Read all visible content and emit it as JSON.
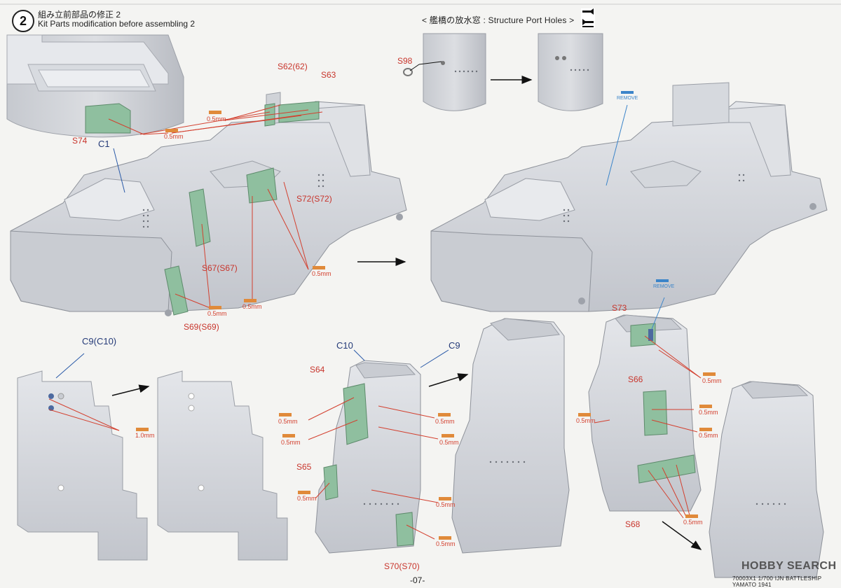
{
  "step": {
    "number": "2",
    "title_jp": "組み立前部品の修正 2",
    "title_en": "Kit Parts modification before assembling 2"
  },
  "port_holes": {
    "title": "< 艦橋の放水窓 : Structure Port Holes >"
  },
  "labels": {
    "s98": "S98",
    "s62": "S62(62)",
    "s63": "S63",
    "s74": "S74",
    "c1": "C1",
    "s72": "S72(S72)",
    "s67": "S67(S67)",
    "s69": "S69(S69)",
    "c9c10": "C9(C10)",
    "c10": "C10",
    "c9": "C9",
    "s64": "S64",
    "s65": "S65",
    "s70": "S70(S70)",
    "s73": "S73",
    "s66": "S66",
    "s68": "S68"
  },
  "remove_text": "REMOVE",
  "thickness": {
    "mm05": "0.5mm",
    "mm10": "1.0mm"
  },
  "footer": {
    "page": "-07-",
    "code": "70003X1   1/700 IJN BATTLESHIP YAMATO 1941"
  },
  "watermark": {
    "brand": "HOBBY SEARCH"
  },
  "colors": {
    "part_gray": "#d3d6dc",
    "etch_green": "#8fbf9f",
    "leader_red": "#d3402f",
    "label_blue": "#243a78",
    "remove_blue": "#3b84c9"
  }
}
